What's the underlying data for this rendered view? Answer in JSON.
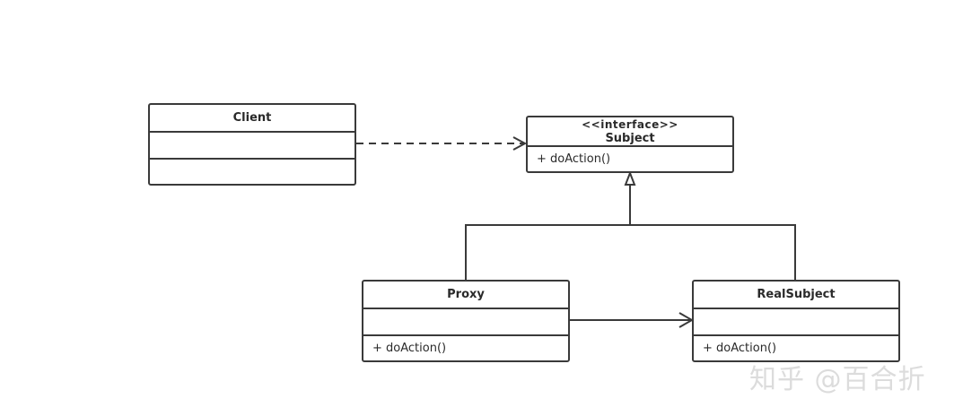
{
  "diagram": {
    "classes": {
      "client": {
        "name": "Client",
        "operations": []
      },
      "subject": {
        "stereotype": "<<interface>>",
        "name": "Subject",
        "operations": [
          "+ doAction()"
        ]
      },
      "proxy": {
        "name": "Proxy",
        "operations": [
          "+ doAction()"
        ]
      },
      "real_subject": {
        "name": "RealSubject",
        "operations": [
          "+ doAction()"
        ]
      }
    },
    "relationships": [
      {
        "from": "Client",
        "to": "Subject",
        "kind": "dependency"
      },
      {
        "from": "Proxy",
        "to": "Subject",
        "kind": "realization"
      },
      {
        "from": "RealSubject",
        "to": "Subject",
        "kind": "realization"
      },
      {
        "from": "Proxy",
        "to": "RealSubject",
        "kind": "association"
      }
    ],
    "line_color": "#3a3a3a"
  },
  "watermark": {
    "text": "知乎 @百合折"
  }
}
